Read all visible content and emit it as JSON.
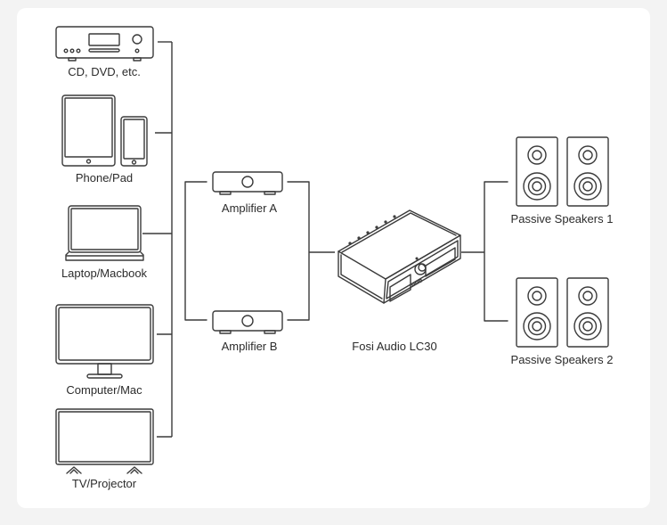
{
  "diagram": {
    "title": "Fosi Audio LC30 connection diagram",
    "sources": [
      {
        "id": "cd",
        "label": "CD, DVD, etc.",
        "icon": "cd-player-icon"
      },
      {
        "id": "phone",
        "label": "Phone/Pad",
        "icon": "tablet-phone-icon"
      },
      {
        "id": "laptop",
        "label": "Laptop/Macbook",
        "icon": "laptop-icon"
      },
      {
        "id": "computer",
        "label": "Computer/Mac",
        "icon": "monitor-icon"
      },
      {
        "id": "tv",
        "label": "TV/Projector",
        "icon": "tv-icon"
      }
    ],
    "amplifiers": [
      {
        "id": "amp-a",
        "label": "Amplifier A",
        "icon": "amplifier-icon"
      },
      {
        "id": "amp-b",
        "label": "Amplifier B",
        "icon": "amplifier-icon"
      }
    ],
    "switcher": {
      "label": "Fosi Audio LC30",
      "icon": "switcher-device-icon"
    },
    "outputs": [
      {
        "id": "speakers-1",
        "label": "Passive Speakers 1",
        "icon": "speakers-icon"
      },
      {
        "id": "speakers-2",
        "label": "Passive Speakers 2",
        "icon": "speakers-icon"
      }
    ],
    "colors": {
      "background": "#f3f3f3",
      "card": "#ffffff",
      "line": "#3a3a3a",
      "text": "#2b2b2b"
    }
  }
}
